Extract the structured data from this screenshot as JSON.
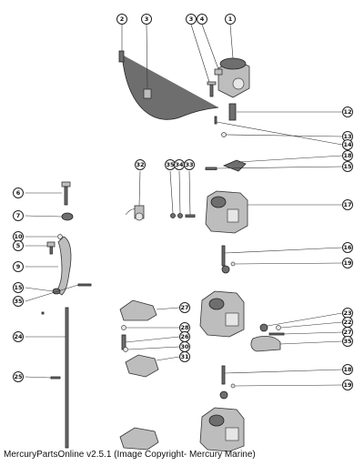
{
  "caption": "MercuryPartsOnline v2.5.1 (Image Copyright- Mercury Marine)",
  "callouts": [
    "2",
    "3",
    "3",
    "4",
    "1",
    "12",
    "13",
    "14",
    "18",
    "15",
    "32",
    "35",
    "34",
    "33",
    "6",
    "17",
    "7",
    "10",
    "5",
    "9",
    "16",
    "19",
    "15",
    "35",
    "27",
    "24",
    "28",
    "23",
    "22",
    "27",
    "26",
    "35",
    "30",
    "31",
    "25",
    "18",
    "19"
  ]
}
